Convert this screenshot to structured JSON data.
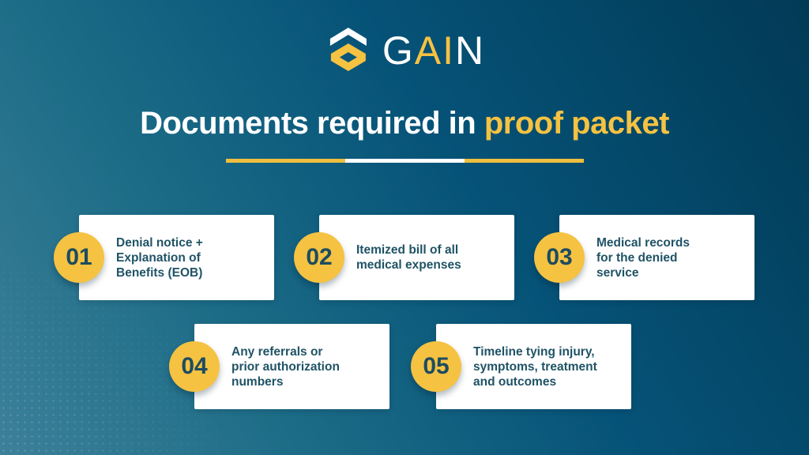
{
  "logo": {
    "icon": "gain-logo-icon",
    "prefix": "G",
    "highlight": "AI",
    "suffix": "N"
  },
  "title": {
    "normal": "Documents required in ",
    "accent": "proof packet"
  },
  "cards": [
    {
      "number": "01",
      "text": "Denial notice +\nExplanation of\nBenefits (EOB)"
    },
    {
      "number": "02",
      "text": "Itemized bill of all\nmedical expenses"
    },
    {
      "number": "03",
      "text": "Medical records\nfor the denied\nservice"
    },
    {
      "number": "04",
      "text": "Any referrals or\nprior authorization\nnumbers"
    },
    {
      "number": "05",
      "text": "Timeline tying injury,\nsymptoms, treatment\nand outcomes"
    }
  ],
  "colors": {
    "accent_gold": "#F5C242",
    "background_dark": "#003A56",
    "background_light": "#3D8099",
    "card_background": "#FFFFFF",
    "card_text": "#1F5366",
    "title_white": "#FFFFFF"
  }
}
